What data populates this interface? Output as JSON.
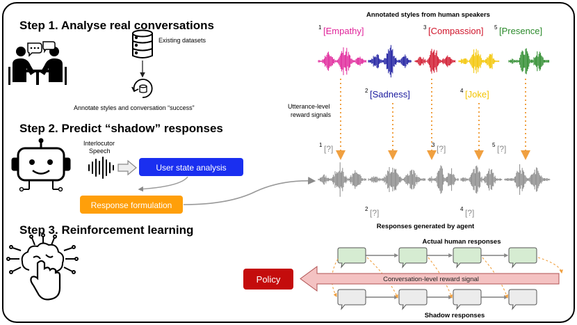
{
  "steps": {
    "step1": "Step 1. Analyse real conversations",
    "step2": "Step 2. Predict “shadow” responses",
    "step3": "Step 3. Reinforcement learning"
  },
  "left": {
    "existing_datasets": "Existing datasets",
    "annotate": "Annotate styles and conversation “success”",
    "interlocutor_line1": "Interlocutor",
    "interlocutor_line2": "Speech",
    "user_state": "User state analysis",
    "response_formulation": "Response formulation"
  },
  "right": {
    "annotated_title": "Annotated styles from human speakers",
    "utterance_line1": "Utterance-level",
    "utterance_line2": "reward signals",
    "responses_title": "Responses generated by agent",
    "actual_human": "Actual human responses",
    "shadow": "Shadow responses",
    "reward_signal": "Conversation-level reward signal",
    "policy": "Policy"
  },
  "styles": [
    {
      "num": "1",
      "label": "[Empathy]",
      "color": "#e0249a"
    },
    {
      "num": "2",
      "label": "[Sadness]",
      "color": "#1a1a9e"
    },
    {
      "num": "3",
      "label": "[Compassion]",
      "color": "#d0152b"
    },
    {
      "num": "4",
      "label": "[Joke]",
      "color": "#f3c400"
    },
    {
      "num": "5",
      "label": "[Presence]",
      "color": "#2b8a2b"
    }
  ],
  "placeholders": [
    {
      "num": "1",
      "label": "[?]"
    },
    {
      "num": "2",
      "label": "[?]"
    },
    {
      "num": "3",
      "label": "[?]"
    },
    {
      "num": "4",
      "label": "[?]"
    },
    {
      "num": "5",
      "label": "[?]"
    }
  ],
  "colors": {
    "user_state_box": "#1a2ff0",
    "response_box": "#ff9f0a",
    "policy_box": "#c40c0c",
    "reward_arrow": "#f4c2c2",
    "dotted_arrow": "#f0a040",
    "grey_wave": "#8a8a8a",
    "human_bubble": "#d6ecd2",
    "shadow_bubble": "#ececec"
  },
  "icons": [
    "people-talking-icon",
    "database-icon",
    "robot-icon",
    "brain-hand-icon",
    "speech-wave-icon"
  ]
}
